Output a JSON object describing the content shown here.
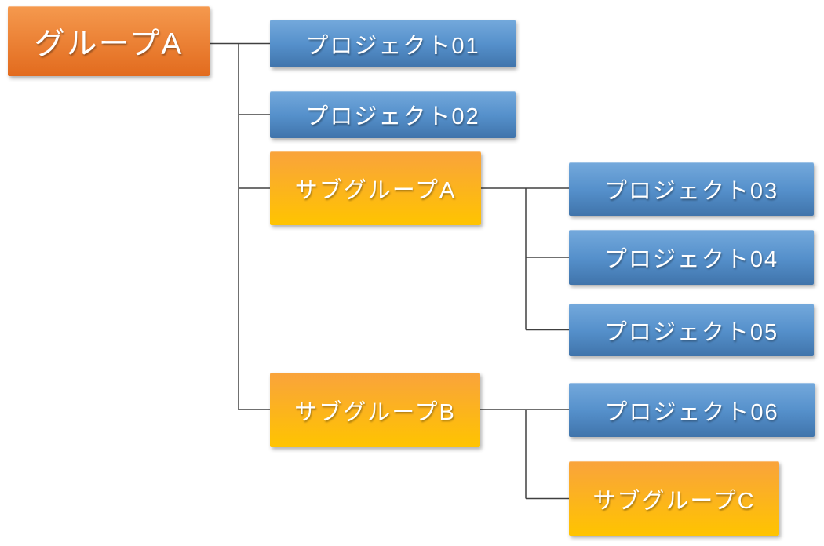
{
  "diagram": {
    "type": "org-chart",
    "nodes": [
      {
        "id": "group-a",
        "label": "グループA",
        "type": "group"
      },
      {
        "id": "project-01",
        "label": "プロジェクト01",
        "type": "project"
      },
      {
        "id": "project-02",
        "label": "プロジェクト02",
        "type": "project"
      },
      {
        "id": "subgroup-a",
        "label": "サブグループA",
        "type": "subgroup"
      },
      {
        "id": "project-03",
        "label": "プロジェクト03",
        "type": "project"
      },
      {
        "id": "project-04",
        "label": "プロジェクト04",
        "type": "project"
      },
      {
        "id": "project-05",
        "label": "プロジェクト05",
        "type": "project"
      },
      {
        "id": "subgroup-b",
        "label": "サブグループB",
        "type": "subgroup"
      },
      {
        "id": "project-06",
        "label": "プロジェクト06",
        "type": "project"
      },
      {
        "id": "subgroup-c",
        "label": "サブグループC",
        "type": "subgroup"
      }
    ],
    "edges": [
      [
        "group-a",
        "project-01"
      ],
      [
        "group-a",
        "project-02"
      ],
      [
        "group-a",
        "subgroup-a"
      ],
      [
        "group-a",
        "subgroup-b"
      ],
      [
        "subgroup-a",
        "project-03"
      ],
      [
        "subgroup-a",
        "project-04"
      ],
      [
        "subgroup-a",
        "project-05"
      ],
      [
        "subgroup-b",
        "project-06"
      ],
      [
        "subgroup-b",
        "subgroup-c"
      ]
    ],
    "colors": {
      "blue-top": "#74A9DC",
      "blue-mid": "#5590CB",
      "blue-bottom": "#4074AB",
      "orange-top": "#F5994E",
      "orange-bottom": "#E26B1E",
      "amber-top": "#F9A33C",
      "amber-bottom": "#FFC400",
      "line-color": "#404040",
      "text-color": "#FFFFFF"
    }
  }
}
